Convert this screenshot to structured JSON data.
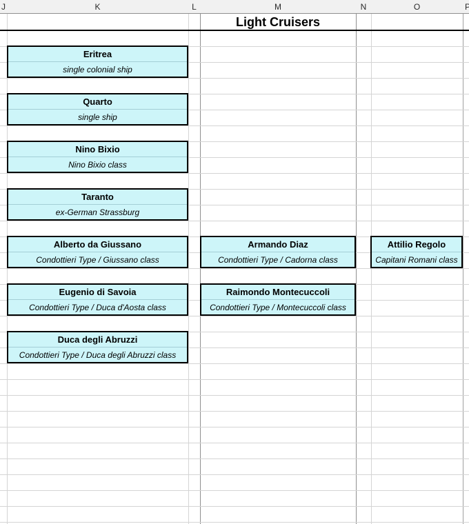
{
  "header": {
    "columns": [
      {
        "label": "J"
      },
      {
        "label": "K"
      },
      {
        "label": "L"
      },
      {
        "label": "M"
      },
      {
        "label": "N"
      },
      {
        "label": "O"
      },
      {
        "label": "P"
      }
    ]
  },
  "title": "Light Cruisers",
  "groups": {
    "column_K": [
      {
        "name": "Eritrea",
        "class": "single colonial ship"
      },
      {
        "name": "Quarto",
        "class": "single ship"
      },
      {
        "name": "Nino Bixio",
        "class": "Nino Bixio class"
      },
      {
        "name": "Taranto",
        "class": "ex-German Strassburg"
      },
      {
        "name": "Alberto da Giussano",
        "class": "Condottieri Type / Giussano class"
      },
      {
        "name": "Eugenio di Savoia",
        "class": "Condottieri Type / Duca d'Aosta class"
      },
      {
        "name": "Duca degli Abruzzi",
        "class": "Condottieri Type / Duca degli Abruzzi class"
      }
    ],
    "column_M": [
      {
        "name": "Armando Diaz",
        "class": "Condottieri Type / Cadorna class"
      },
      {
        "name": "Raimondo Montecuccoli",
        "class": "Condottieri Type / Montecuccoli class"
      }
    ],
    "column_O": [
      {
        "name": "Attilio Regolo",
        "class": "Capitani Romani class"
      }
    ]
  },
  "colors": {
    "box_fill": "#cdf5f9",
    "box_border": "#000000",
    "gridline_light": "#d4d4d4",
    "gridline_dark": "#8f8f8f",
    "header_bg": "#f1f1f1",
    "title_rule": "#000000"
  }
}
